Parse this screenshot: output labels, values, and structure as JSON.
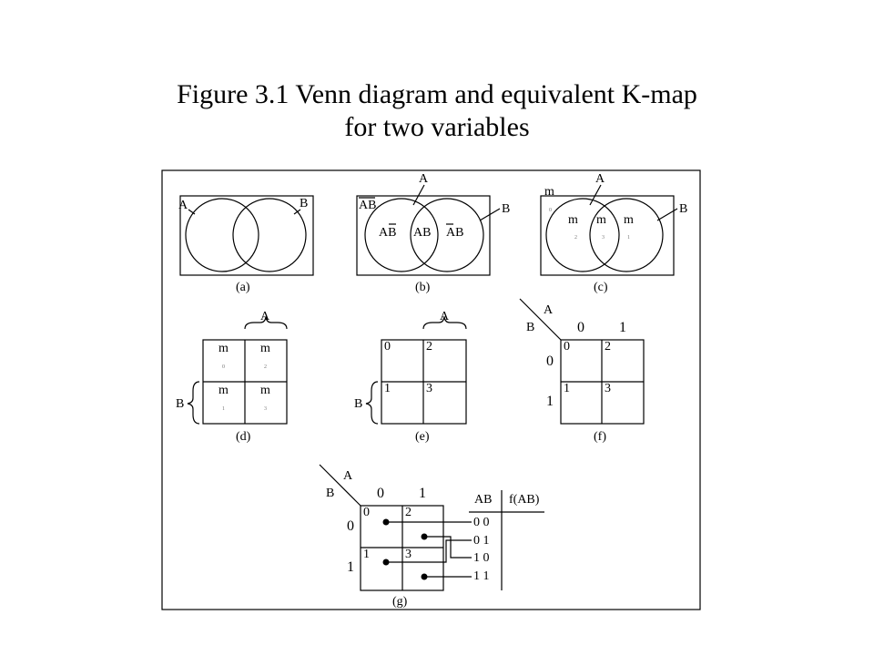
{
  "title": {
    "line1": "Figure 3.1  Venn diagram and equivalent K-map",
    "line2": "for two variables"
  },
  "panels": {
    "a": {
      "caption": "(a)",
      "set_a": "A",
      "set_b": "B"
    },
    "b": {
      "caption": "(b)",
      "set_a": "A",
      "set_b": "B",
      "outside": "AB",
      "only_a": "AB",
      "both": "AB",
      "only_b": "AB"
    },
    "c": {
      "caption": "(c)",
      "set_a": "A",
      "set_b": "B",
      "minterm": "m",
      "outside_sub": "0",
      "only_a_sub": "2",
      "both_sub": "3",
      "only_b_sub": "1"
    },
    "d": {
      "caption": "(d)",
      "var_a": "A",
      "var_b": "B",
      "cells": [
        {
          "m": "m",
          "sub": "0"
        },
        {
          "m": "m",
          "sub": "2"
        },
        {
          "m": "m",
          "sub": "1"
        },
        {
          "m": "m",
          "sub": "3"
        }
      ]
    },
    "e": {
      "caption": "(e)",
      "var_a": "A",
      "var_b": "B",
      "cells": [
        "0",
        "2",
        "1",
        "3"
      ]
    },
    "f": {
      "caption": "(f)",
      "var_a": "A",
      "var_b": "B",
      "col_vals": [
        "0",
        "1"
      ],
      "row_vals": [
        "0",
        "1"
      ],
      "cells": [
        "0",
        "2",
        "1",
        "3"
      ]
    },
    "g": {
      "caption": "(g)",
      "var_a": "A",
      "var_b": "B",
      "col_vals": [
        "0",
        "1"
      ],
      "row_vals": [
        "0",
        "1"
      ],
      "cells": [
        "0",
        "2",
        "1",
        "3"
      ],
      "table_header_ab": "AB",
      "table_header_f": "f(AB)",
      "table_rows": [
        "0 0",
        "0 1",
        "1 0",
        "1 1"
      ]
    }
  }
}
